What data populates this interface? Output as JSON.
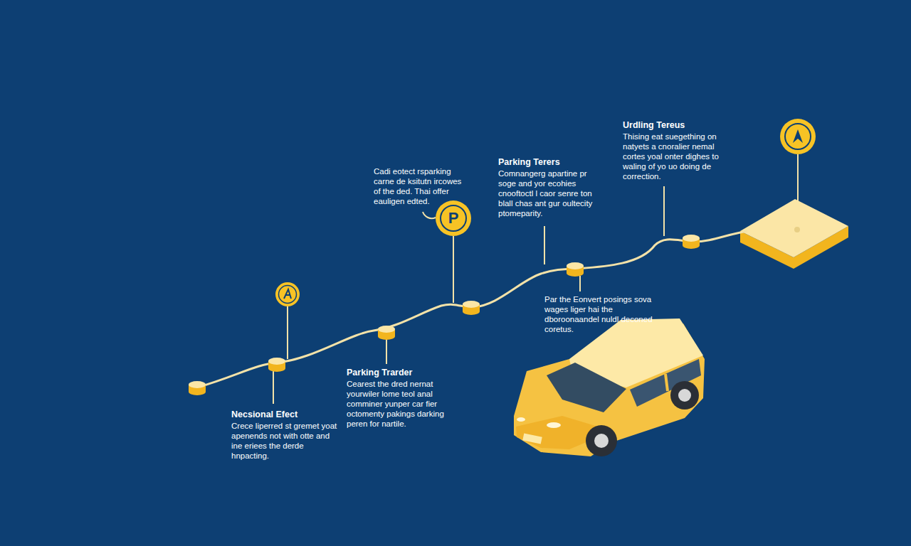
{
  "diagram": {
    "nodes": [
      {
        "text": [
          "P"
        ]
      }
    ],
    "labels": [
      "Cadi eotect rsparking carne de ksitutn ircowes of the ded. Thai offer eauligen edted.",
      "Parking Terers",
      "Comnangerg apartine pr soge and yor ecohies cnooftoctl l caor senre ton blall chas ant gur oultecity ptomeparity.",
      "Urdling Tereus",
      "Thising eat suegething on natyets a cnoralier nemal cortes yoal onter dighes to waling of yo uo doing de correction.",
      "Par the Eonvert posings sova wages liger hai the dboroonaandel nuldl deconed coretus.",
      "Parking Trarder",
      "Cearest the dred nernat yourwiler lome teol anal comminer yunper car fier octomenty pakings darking peren for nartile.",
      "Necsional Efect",
      "Crece liperred st gremet yoat apenends not with otte and ine eriees the derde hnpacting."
    ]
  }
}
